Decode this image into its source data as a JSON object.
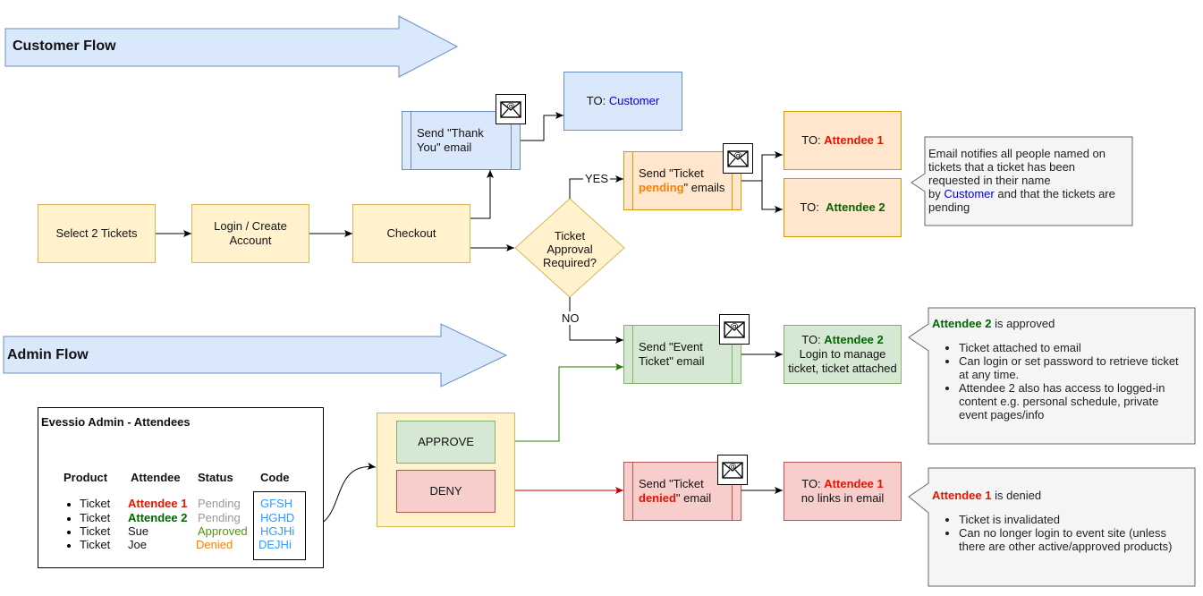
{
  "flows": {
    "customer": "Customer Flow",
    "admin": "Admin Flow"
  },
  "steps": {
    "select": "Select 2 Tickets",
    "login": "Login / Create Account",
    "checkout": "Checkout",
    "decision": "Ticket Approval Required?",
    "send_thanks": "Send \"Thank You\" email",
    "to_customer_prefix": "TO:",
    "to_customer_name": "Customer",
    "send_pending_1": "Send \"Ticket",
    "send_pending_word": "pending",
    "send_pending_2": "\" emails",
    "to_prefix": "TO:",
    "attendee1": "Attendee 1",
    "attendee2": "Attendee 2",
    "send_event": "Send \"Event Ticket\" email",
    "att2_line2": "Login to manage ticket, ticket attached",
    "send_denied_1": "Send \"Ticket",
    "send_denied_word": "denied",
    "send_denied_2": "\" email",
    "att1_line2": "no links in email",
    "approve": "APPROVE",
    "deny": "DENY"
  },
  "edge_labels": {
    "yes": "YES",
    "no": "NO"
  },
  "notes": {
    "pending": {
      "line1": "Email notifies all people named on tickets that a ticket has been requested in their name",
      "by": "by",
      "customer": "Customer",
      "line2": "and that the tickets are pending"
    },
    "approved": {
      "who": "Attendee 2",
      "status": "is approved",
      "items": [
        "Ticket attached to email",
        "Can login or set password to retrieve ticket at any time.",
        "Attendee 2 also has access to logged-in content e.g. personal schedule, private event pages/info"
      ]
    },
    "denied": {
      "who": "Attendee 1",
      "status": "is denied",
      "items": [
        "Ticket is invalidated",
        "Can no longer login to event site (unless there are other active/approved products)"
      ]
    }
  },
  "admin_panel": {
    "title": "Evessio Admin - Attendees",
    "headers": [
      "Product",
      "Attendee",
      "Status",
      "Code"
    ],
    "rows": [
      {
        "product": "Ticket",
        "attendee": "Attendee 1",
        "status": "Pending",
        "code": "GFSH"
      },
      {
        "product": "Ticket",
        "attendee": "Attendee 2",
        "status": "Pending",
        "code": "HGHD"
      },
      {
        "product": "Ticket",
        "attendee": "Sue",
        "status": "Approved",
        "code": "HGJHi"
      },
      {
        "product": "Ticket",
        "attendee": "Joe",
        "status": "Denied",
        "code": "DEJHi"
      }
    ]
  },
  "icons": [
    "email-icon"
  ],
  "colors": {
    "yellow": "#fff2cc",
    "blue": "#dae8fc",
    "orange": "#ffe6cc",
    "green": "#d5e8d4",
    "red": "#f8cecc",
    "note": "#f5f5f5"
  }
}
